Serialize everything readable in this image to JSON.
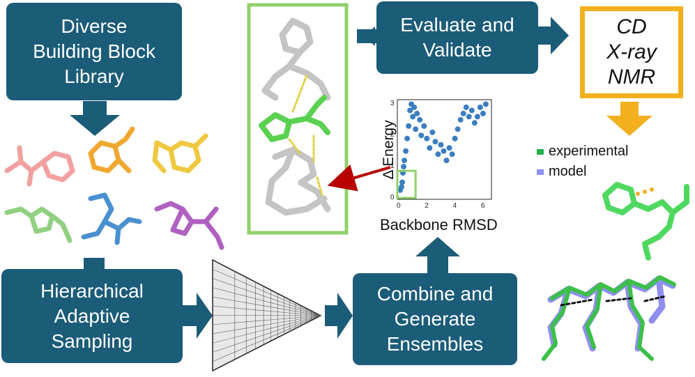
{
  "boxes": {
    "library": [
      "Diverse",
      "Building Block",
      "Library"
    ],
    "sampling": [
      "Hierarchical",
      "Adaptive",
      "Sampling"
    ],
    "combine": [
      "Combine and",
      "Generate",
      "Ensembles"
    ],
    "evaluate": [
      "Evaluate and",
      "Validate"
    ]
  },
  "methods": [
    "CD",
    "X-ray",
    "NMR"
  ],
  "legend": [
    {
      "label": "experimental",
      "color": "#22b14c"
    },
    {
      "label": "model",
      "color": "#8f8ff0"
    }
  ],
  "colors": {
    "box": "#1b5c78",
    "highlight_frame": "#8fd16a",
    "method_frame": "#f2b01e",
    "pointer_arrow": "#b80000",
    "scatter": "#3b7ec0"
  },
  "chart_data": {
    "type": "scatter",
    "title": "",
    "xlabel": "Backbone RMSD",
    "ylabel": "Δ Energy",
    "xlim": [
      0,
      6.5
    ],
    "ylim": [
      0,
      3.1
    ],
    "xticks": [
      "0",
      "2",
      "4",
      "6"
    ],
    "yticks": [
      "0",
      "1",
      "2",
      "3"
    ],
    "series": [
      {
        "color": "#3b7ec0",
        "x": [
          0.1,
          0.2,
          0.25,
          0.3,
          0.35,
          0.4,
          0.5,
          0.6,
          0.7,
          0.8,
          0.9,
          1.0,
          1.1,
          1.2,
          1.3,
          1.5,
          1.6,
          1.8,
          2.0,
          2.2,
          2.4,
          2.6,
          2.8,
          3.0,
          3.2,
          3.4,
          3.6,
          3.8,
          4.0,
          4.2,
          4.4,
          4.6,
          4.8,
          5.0,
          5.2,
          5.4,
          5.6,
          5.8,
          6.0,
          6.2
        ],
        "y": [
          0.25,
          0.35,
          0.5,
          0.8,
          1.0,
          1.2,
          1.5,
          1.9,
          2.3,
          2.8,
          3.0,
          2.6,
          2.9,
          2.2,
          2.7,
          2.5,
          2.0,
          2.3,
          1.9,
          1.6,
          2.1,
          1.8,
          1.4,
          1.7,
          1.5,
          1.2,
          1.6,
          1.4,
          1.9,
          2.2,
          2.5,
          2.7,
          2.9,
          2.6,
          2.8,
          2.4,
          2.6,
          2.9,
          2.7,
          3.0
        ]
      }
    ],
    "highlight": {
      "x": [
        0,
        1.2
      ],
      "y": [
        0,
        0.6
      ]
    }
  }
}
